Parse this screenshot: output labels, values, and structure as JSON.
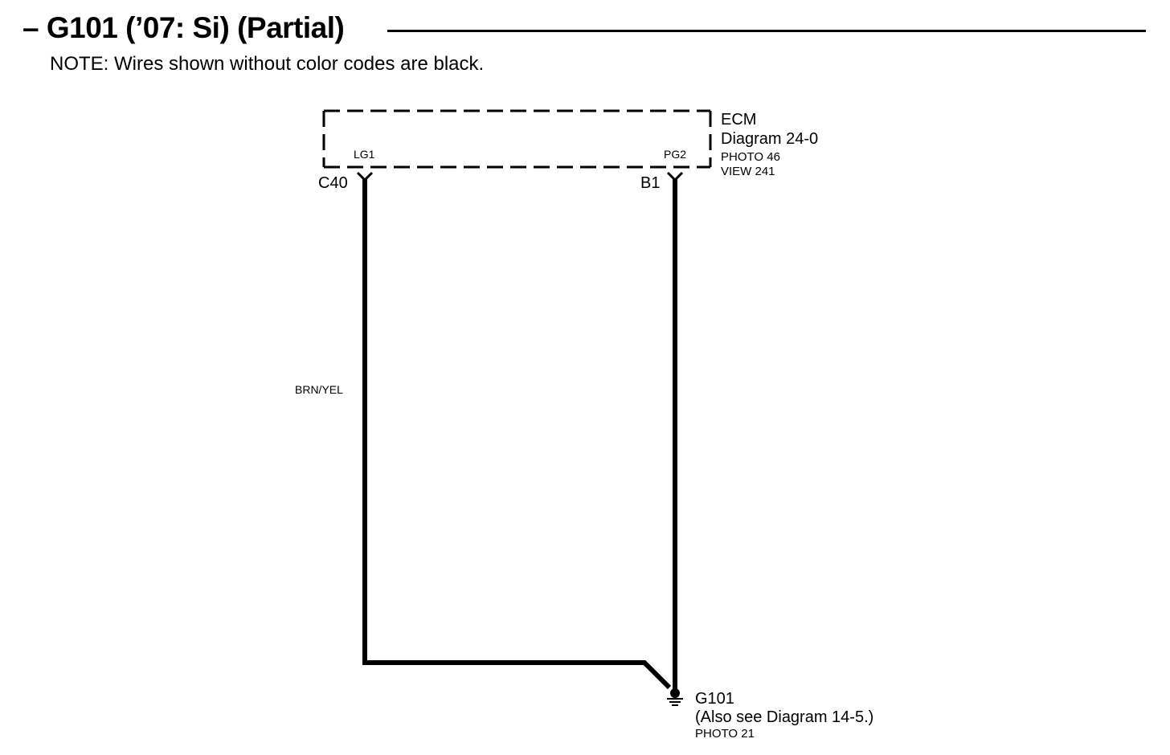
{
  "header": {
    "title": "– G101 (’07: Si) (Partial)",
    "note": "NOTE: Wires shown without color codes are black."
  },
  "ecm": {
    "name": "ECM",
    "diagram_ref": "Diagram 24-0",
    "photo_ref": "PHOTO 46",
    "view_ref": "VIEW 241",
    "pins": [
      {
        "terminal": "LG1",
        "connector": "C40"
      },
      {
        "terminal": "PG2",
        "connector": "B1"
      }
    ]
  },
  "wires": {
    "left_color": "BRN/YEL"
  },
  "ground": {
    "name": "G101",
    "diagram_ref": "(Also see Diagram 14-5.)",
    "photo_ref": "PHOTO 21"
  },
  "colors": {
    "line": "#000000",
    "background": "#ffffff"
  }
}
